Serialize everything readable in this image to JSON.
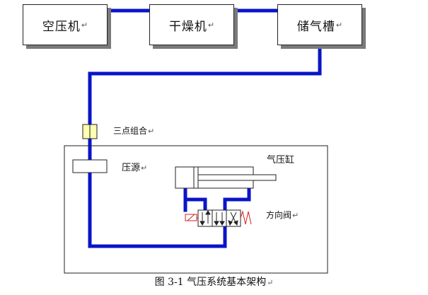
{
  "boxes": {
    "compressor": "空压机",
    "dryer": "干燥机",
    "tank": "储气槽"
  },
  "paragraph_mark": "↵",
  "labels": {
    "frl_unit": "三点组合",
    "pressure_source": "压源",
    "cylinder": "气压缸",
    "direction_valve": "方向阀"
  },
  "caption": "图 3-1 气压系统基本架构",
  "colors": {
    "pipe": "#0a14c8",
    "box_shadow": "#7a7a7a",
    "frl_fill": "#ffffb0",
    "solenoid": "#d42020"
  }
}
